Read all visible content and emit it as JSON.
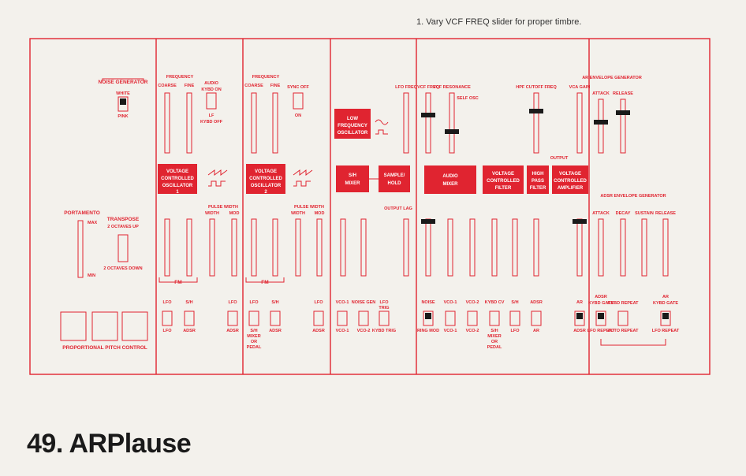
{
  "note": "1. Vary VCF FREQ slider for proper timbre.",
  "title": "49. ARPlause",
  "colors": {
    "accent": "#e02430",
    "cap": "#1a1a1a",
    "paper": "#f3f1ec"
  },
  "labels": {
    "noise_gen": "NOISE GENERATOR",
    "white": "WHITE",
    "pink": "PINK",
    "portamento": "PORTAMENTO",
    "max": "MAX",
    "min": "MIN",
    "transpose": "TRANSPOSE",
    "oct_up": "2 OCTAVES UP",
    "oct_down": "2 OCTAVES DOWN",
    "ppc": "PROPORTIONAL PITCH CONTROL",
    "frequency": "FREQUENCY",
    "coarse": "COARSE",
    "fine": "FINE",
    "audio": "AUDIO",
    "kybd_on": "KYBD ON",
    "lf": "LF",
    "kybd_off": "KYBD OFF",
    "sync_off": "SYNC OFF",
    "on": "ON",
    "pulse_width": "PULSE WIDTH",
    "width": "WIDTH",
    "mod": "MOD",
    "fm": "FM",
    "lfo": "LFO",
    "sh": "S/H",
    "adsr": "ADSR",
    "sh_mixer_pedal": "S/H MIXER OR PEDAL",
    "lfo_freq": "LFO FREQ",
    "vco1": "VCO-1",
    "vco2": "VCO-2",
    "noise_gen_short": "NOISE GEN",
    "kybd_trig": "KYBD TRIG",
    "lfo_trig": "LFO TRIG",
    "output_lag": "OUTPUT LAG",
    "vcf_freq": "VCF FREQ",
    "vcf_res": "VCF RESONANCE",
    "self_osc": "SELF OSC",
    "noise": "NOISE",
    "ring_mod": "RING MOD",
    "kybd_cv": "KYBD CV",
    "ar": "AR",
    "hpf_cutoff": "HPF CUTOFF FREQ",
    "vca_gain": "VCA GAIN",
    "output": "OUTPUT",
    "ar_env": "AR ENVELOPE GENERATOR",
    "attack": "ATTACK",
    "release": "RELEASE",
    "decay": "DECAY",
    "sustain": "SUSTAIN",
    "adsr_env": "ADSR ENVELOPE GENERATOR",
    "kybd_gate": "KYBD GATE",
    "kybd_repeat": "KYBD REPEAT",
    "auto_repeat": "AUTO REPEAT",
    "lfo_repeat": "LFO REPEAT",
    "vco1_box": "VOLTAGE CONTROLLED OSCILLATOR 1",
    "vco2_box": "VOLTAGE CONTROLLED OSCILLATOR 2",
    "lfo_box": "LOW FREQUENCY OSCILLATOR",
    "sh_mixer_box": "S/H MIXER",
    "sample_hold_box": "SAMPLE/ HOLD",
    "audio_mixer_box": "AUDIO MIXER",
    "vcf_box": "VOLTAGE CONTROLLED FILTER",
    "hpf_box": "HIGH PASS FILTER",
    "vca_box": "VOLTAGE CONTROLLED AMPLIFIER"
  }
}
